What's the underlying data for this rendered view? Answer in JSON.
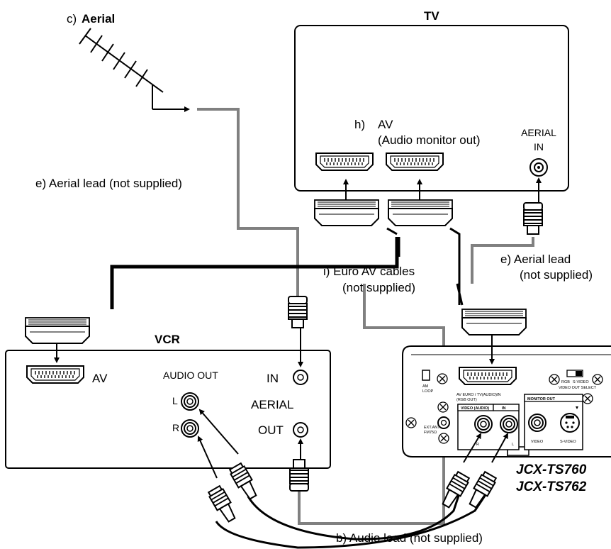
{
  "labels": {
    "aerial": {
      "letter": "c)",
      "name": "Aerial"
    },
    "tv": "TV",
    "vcr": "VCR",
    "tv_av": {
      "letter": "h)",
      "name": "AV",
      "sub": "(Audio monitor out)"
    },
    "tv_aerial_in": [
      "AERIAL",
      "IN"
    ],
    "aerial_lead_left": "e)  Aerial lead (not supplied)",
    "aerial_lead_right": [
      "e)  Aerial lead",
      "(not supplied)"
    ],
    "euro_cables": [
      "i)   Euro AV cables",
      "(not supplied)"
    ],
    "audio_lead": "b)  Audio lead (not supplied)",
    "vcr_av": "AV",
    "vcr_audio_out": "AUDIO OUT",
    "vcr_l": "L",
    "vcr_r": "R",
    "vcr_in": "IN",
    "vcr_aerial": "AERIAL",
    "vcr_out": "OUT",
    "models": [
      "JCX-TS760",
      "JCX-TS762"
    ],
    "unit": {
      "am_loop": [
        "AM",
        "LOOP"
      ],
      "av_euro": [
        "AV EURO / TV(AUDIO)IN",
        "(RGB OUT)"
      ],
      "video_audio": "VIDEO (AUDIO)",
      "in": "IN",
      "monitor_out": "MONITOR OUT",
      "ext_ant": [
        "EXT.ANT",
        "FM75Ω"
      ],
      "rgb": "RGB",
      "svideo": "S-VIDEO",
      "video_out_select": "VIDEO OUT SELECT",
      "video": "VIDEO",
      "svideo_jack": "S-VIDEO",
      "r": "R",
      "l": "L"
    }
  }
}
